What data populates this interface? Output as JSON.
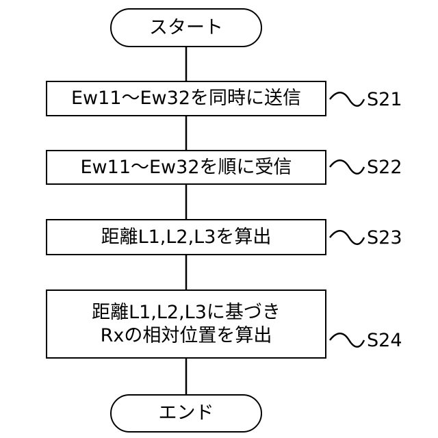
{
  "flowchart": {
    "start": "スタート",
    "end": "エンド",
    "steps": [
      {
        "id": "S21",
        "lines": [
          "Ew11～Ew32を同時に送信"
        ]
      },
      {
        "id": "S22",
        "lines": [
          "Ew11～Ew32を順に受信"
        ]
      },
      {
        "id": "S23",
        "lines": [
          "距離L1,L2,L3を算出"
        ]
      },
      {
        "id": "S24",
        "lines": [
          "距離L1,L2,L3に基づき",
          "Rxの相対位置を算出"
        ]
      }
    ]
  }
}
